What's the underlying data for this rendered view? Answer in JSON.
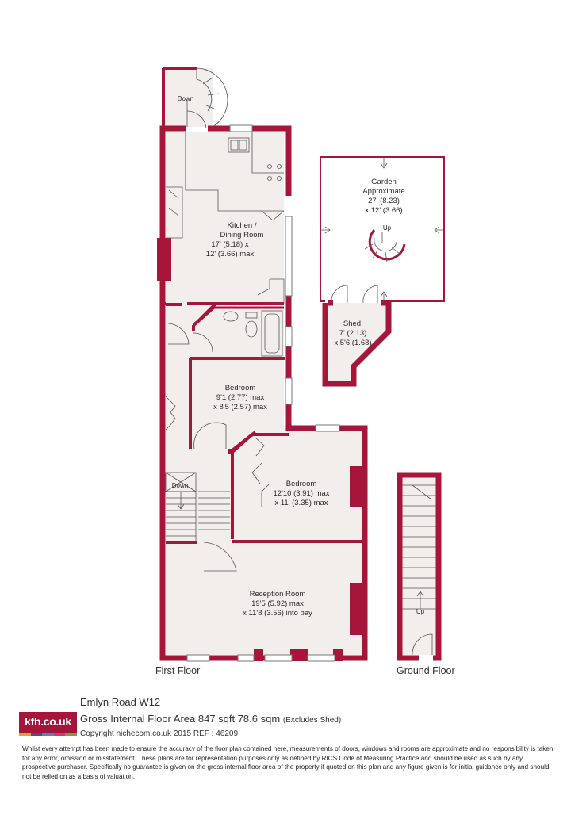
{
  "colors": {
    "wall": "#a5163a",
    "floor": "#f1eeec",
    "line": "#555555",
    "text": "#2a2a2a"
  },
  "rooms": {
    "kitchen": {
      "name": "Kitchen /\nDining Room",
      "dims": "17' (5.18) x\n12' (3.66) max"
    },
    "bedroom1": {
      "name": "Bedroom",
      "dims": "9'1 (2.77) max\nx 8'5 (2.57) max"
    },
    "bedroom2": {
      "name": "Bedroom",
      "dims": "12'10 (3.91) max\nx 11' (3.35) max"
    },
    "reception": {
      "name": "Reception Room",
      "dims": "19'5 (5.92) max\nx 11'8 (3.56) into bay"
    },
    "garden": {
      "name": "Garden\nApproximate",
      "dims": "27' (8.23)\nx 12' (3.66)"
    },
    "shed": {
      "name": "Shed",
      "dims": "7' (2.13)\nx 5'6 (1.68)"
    }
  },
  "stairs": {
    "down_top": "Down",
    "down_landing": "Down",
    "up_garden": "Up",
    "up_ground": "Up"
  },
  "floors": {
    "first": "First Floor",
    "ground": "Ground Floor"
  },
  "footer": {
    "logo": "kfh.co.uk",
    "logo_colors": [
      "#e8a317",
      "#6c3e91",
      "#3f8ec9",
      "#d4367a",
      "#70a33b"
    ],
    "address": "Emlyn Road  W12",
    "area_main": "Gross Internal Floor Area 847 sqft 78.6 sqm",
    "area_note": "(Excludes Shed)",
    "copyright": "Copyright nichecom.co.uk 2015 REF : 46209",
    "disclaimer": "Whilst every attempt has been made to ensure the accuracy of the floor plan contained here, measurements of doors, windows and rooms are approximate and no responsibility is taken for any error, omission or misstatement. These plans are for representation purposes only as defined by RICS Code of Measuring Practice and should be used as such by any prospective purchaser.  Specifically no guarantee is given on the gross internal floor area of the property if quoted on this plan and any figure given is for initial guidance only and should not be relied on as a basis of valuation."
  }
}
